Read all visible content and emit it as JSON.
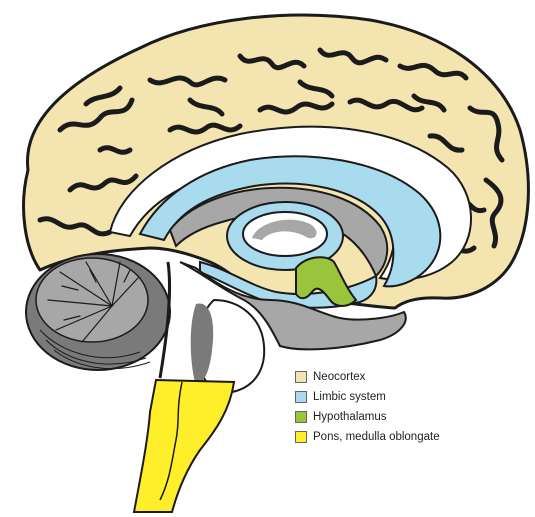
{
  "colors": {
    "neocortex": "#f3e4b0",
    "limbic": "#a9dbef",
    "hypothalamus": "#9ac43c",
    "brainstem": "#ffef2a",
    "gray_matter": "#a7a7a7",
    "dark_gray": "#7a7a7a",
    "outline": "#1b1b1b",
    "background": "#ffffff"
  },
  "legend": [
    {
      "label": "Neocortex",
      "color": "#f3e4b0"
    },
    {
      "label": "Limbic system",
      "color": "#a9dbef"
    },
    {
      "label": "Hypothalamus",
      "color": "#9ac43c"
    },
    {
      "label": "Pons, medulla oblongate",
      "color": "#ffef2a"
    }
  ]
}
